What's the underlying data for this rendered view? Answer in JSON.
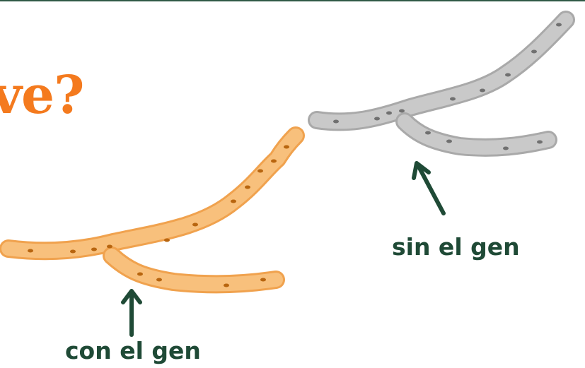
{
  "heading": {
    "text": "rve?",
    "color": "#f47a1e"
  },
  "labels": {
    "with_gene": "con el gen",
    "without_gene": "sin el gen",
    "color": "#1f4a36"
  },
  "colors": {
    "orange_fill": "#f8c07c",
    "orange_stroke": "#f0a24e",
    "orange_dot": "#b8650f",
    "gray_fill": "#c9c9c9",
    "gray_stroke": "#a9a9a9",
    "gray_dot": "#707070",
    "arrow": "#1f4a36"
  }
}
